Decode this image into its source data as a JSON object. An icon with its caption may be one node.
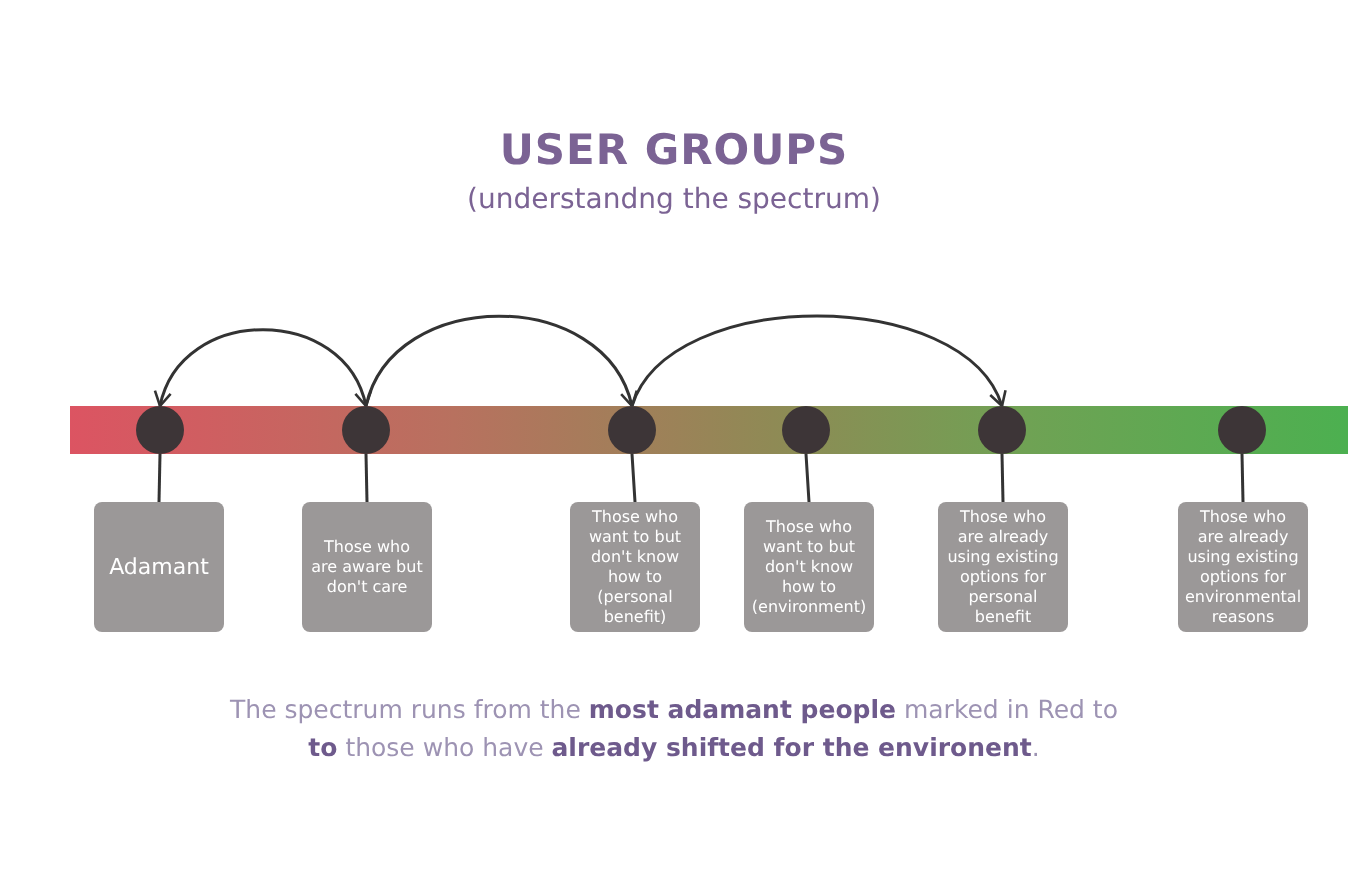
{
  "diagram": {
    "title": "USER GROUPS",
    "caption": "The spectrum runs from the **most adamant people** marked in Red to **to** those who have **already shifted for the environent**.",
    "labels": [
      "(understandng the spectrum)"
    ],
    "nodes": [
      {
        "text": [],
        "shape": "bar"
      },
      {
        "text": [],
        "shape": "circle",
        "in": 0
      },
      {
        "text": [],
        "shape": "circle",
        "in": 0
      },
      {
        "text": [],
        "shape": "circle",
        "in": 0
      },
      {
        "text": [],
        "shape": "circle",
        "in": 0
      },
      {
        "text": [],
        "shape": "circle",
        "in": 0
      },
      {
        "text": [],
        "shape": "circle",
        "in": 0
      },
      {
        "text": [
          "Adamant"
        ]
      },
      {
        "text": [
          "Those who are aware but don't care"
        ]
      },
      {
        "text": [
          "Those who want to but don't know how to (personal benefit)"
        ]
      },
      {
        "text": [
          "Those who want to but don't know how to (environment)"
        ]
      },
      {
        "text": [
          "Those who are already using existing options for personal benefit"
        ]
      },
      {
        "text": [
          "Those who are already using existing options for environmental reasons"
        ]
      }
    ],
    "edges": [
      {
        "from": 1,
        "to": 7,
        "arrow": "none"
      },
      {
        "from": 2,
        "to": 8,
        "arrow": "none"
      },
      {
        "from": 3,
        "to": 9,
        "arrow": "none"
      },
      {
        "from": 4,
        "to": 10,
        "arrow": "none"
      },
      {
        "from": 5,
        "to": 11,
        "arrow": "none"
      },
      {
        "from": 6,
        "to": 12,
        "arrow": "none"
      },
      {
        "from": 1,
        "to": 2,
        "arrow": "both"
      },
      {
        "from": 2,
        "to": 3,
        "arrow": "to"
      },
      {
        "from": 3,
        "to": 5,
        "arrow": "to"
      }
    ]
  }
}
